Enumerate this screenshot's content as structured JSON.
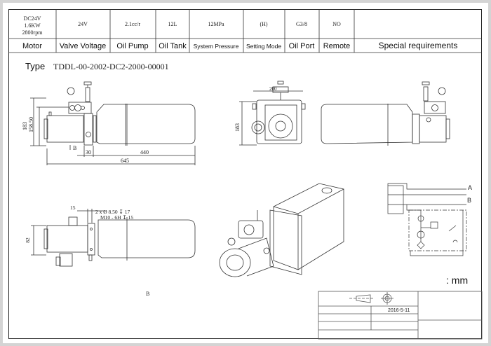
{
  "spec_table": {
    "values": {
      "motor": [
        "DC24V",
        "1.6KW",
        "2800rpm"
      ],
      "valve_voltage": "24V",
      "oil_pump": "2.1cc/r",
      "oil_tank": "12L",
      "system_pressure": "12MPa",
      "setting_mode": "(H)",
      "oil_port": "G3/8",
      "remote": "NO",
      "special_requirements": ""
    },
    "labels": {
      "motor": "Motor",
      "valve_voltage": "Valve Voltage",
      "oil_pump": "Oil Pump",
      "oil_tank": "Oil Tank",
      "system_pressure": "System Pressure",
      "setting_mode": "Setting Mode",
      "oil_port": "Oil Port",
      "remote": "Remote",
      "special_requirements": "Special requirements"
    }
  },
  "type": {
    "label": "Type",
    "code": "TDDL-00-2002-DC2-2000-00001"
  },
  "front_view": {
    "dim_height": "183",
    "dim_port_height": "158.50",
    "section_mark": "B",
    "dim_30": "30",
    "dim_440": "440",
    "dim_645": "645"
  },
  "end_view": {
    "dim_width": "200",
    "dim_height": "183"
  },
  "top_view": {
    "dim_15": "15",
    "hole_note": "2 x Ø 8.50 ↧ 17",
    "thread_note": "M10 - 6H ↧ 15",
    "dim_82": "82"
  },
  "section_label": "B",
  "hydraulic": {
    "port_a": "A",
    "port_b": "B"
  },
  "units": ": mm",
  "title_block": {
    "date": "2016-5-11"
  }
}
